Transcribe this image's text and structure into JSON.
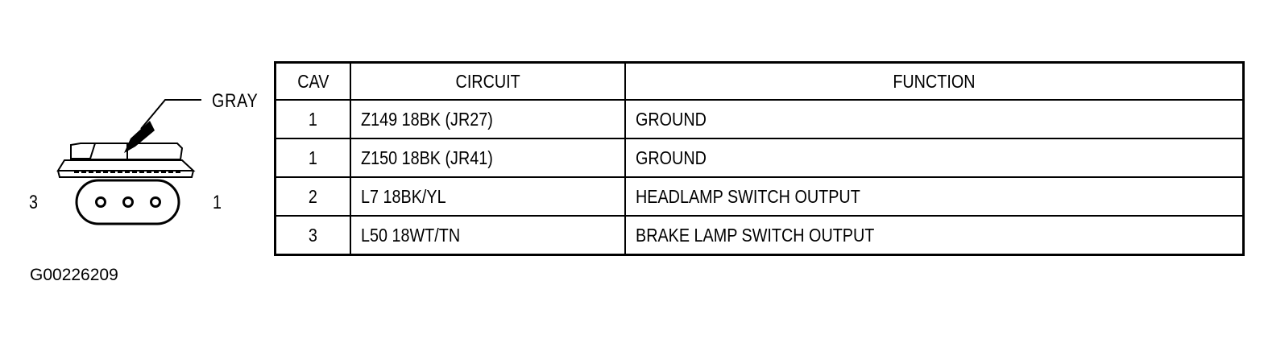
{
  "connector": {
    "color_label": "GRAY",
    "pin_left_label": "3",
    "pin_right_label": "1"
  },
  "figure_id": "G00226209",
  "table": {
    "headers": {
      "cav": "CAV",
      "circuit": "CIRCUIT",
      "function": "FUNCTION"
    },
    "rows": [
      {
        "cav": "1",
        "circuit": "Z149 18BK (JR27)",
        "function": "GROUND"
      },
      {
        "cav": "1",
        "circuit": "Z150 18BK (JR41)",
        "function": "GROUND"
      },
      {
        "cav": "2",
        "circuit": "L7 18BK/YL",
        "function": "HEADLAMP SWITCH OUTPUT"
      },
      {
        "cav": "3",
        "circuit": "L50 18WT/TN",
        "function": "BRAKE LAMP SWITCH OUTPUT"
      }
    ]
  }
}
